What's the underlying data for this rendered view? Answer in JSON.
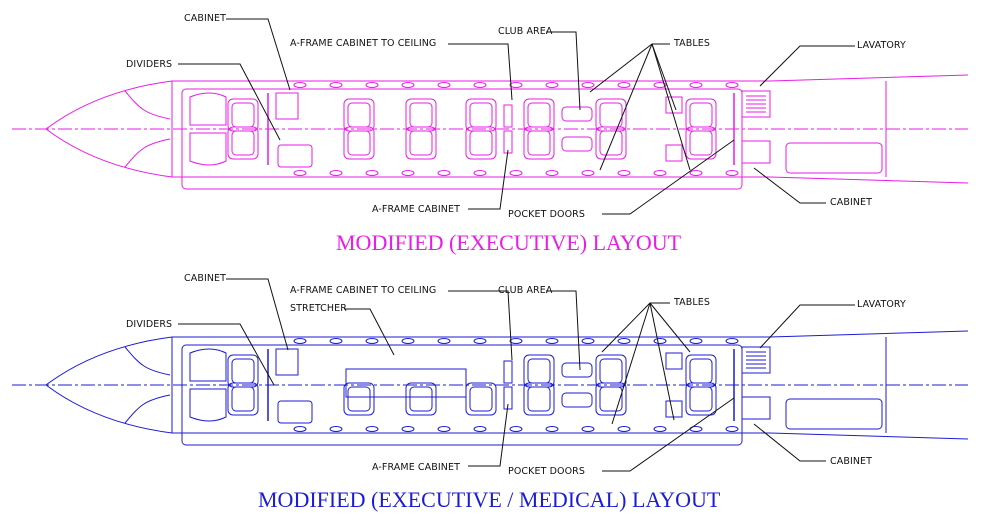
{
  "colors": {
    "executive_stroke": "#e81ee8",
    "medical_stroke": "#1c1cd6",
    "leader": "#111111"
  },
  "executive": {
    "title": "MODIFIED (EXECUTIVE) LAYOUT",
    "labels": {
      "cabinet_top": "CABINET",
      "dividers": "DIVIDERS",
      "aframe_ceiling": "A-FRAME CABINET TO CEILING",
      "club_area": "CLUB AREA",
      "tables": "TABLES",
      "lavatory": "LAVATORY",
      "aframe_cabinet": "A-FRAME CABINET",
      "pocket_doors": "POCKET DOORS",
      "cabinet_bottom": "CABINET"
    }
  },
  "medical": {
    "title": "MODIFIED (EXECUTIVE / MEDICAL) LAYOUT",
    "labels": {
      "cabinet_top": "CABINET",
      "dividers": "DIVIDERS",
      "aframe_ceiling": "A-FRAME CABINET TO CEILING",
      "stretcher": "STRETCHER",
      "club_area": "CLUB AREA",
      "tables": "TABLES",
      "lavatory": "LAVATORY",
      "aframe_cabinet": "A-FRAME CABINET",
      "pocket_doors": "POCKET DOORS",
      "cabinet_bottom": "CABINET"
    }
  }
}
